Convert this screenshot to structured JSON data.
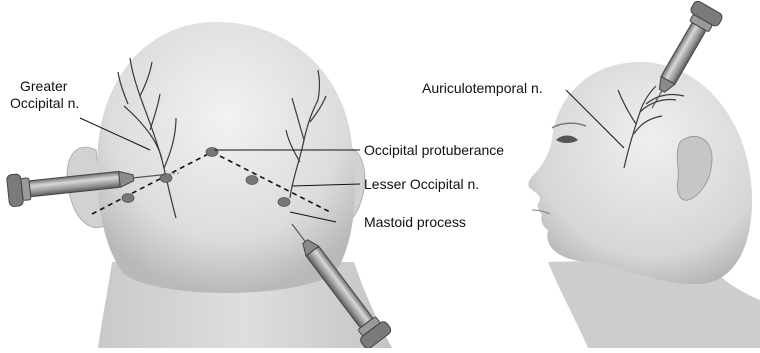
{
  "labels": {
    "greater_occipital_line1": "Greater",
    "greater_occipital_line2": "Occipital n.",
    "occipital_protuberance": "Occipital protuberance",
    "lesser_occipital": "Lesser Occipital n.",
    "mastoid_process": "Mastoid process",
    "auriculotemporal": "Auriculotemporal n."
  },
  "colors": {
    "skin_light": "#eeeeee",
    "skin_mid": "#cfcfcf",
    "skin_dark": "#a9a9a9",
    "nerve": "#3a3a3a",
    "leader": "#111111",
    "syringe": "#8c8c8c"
  }
}
